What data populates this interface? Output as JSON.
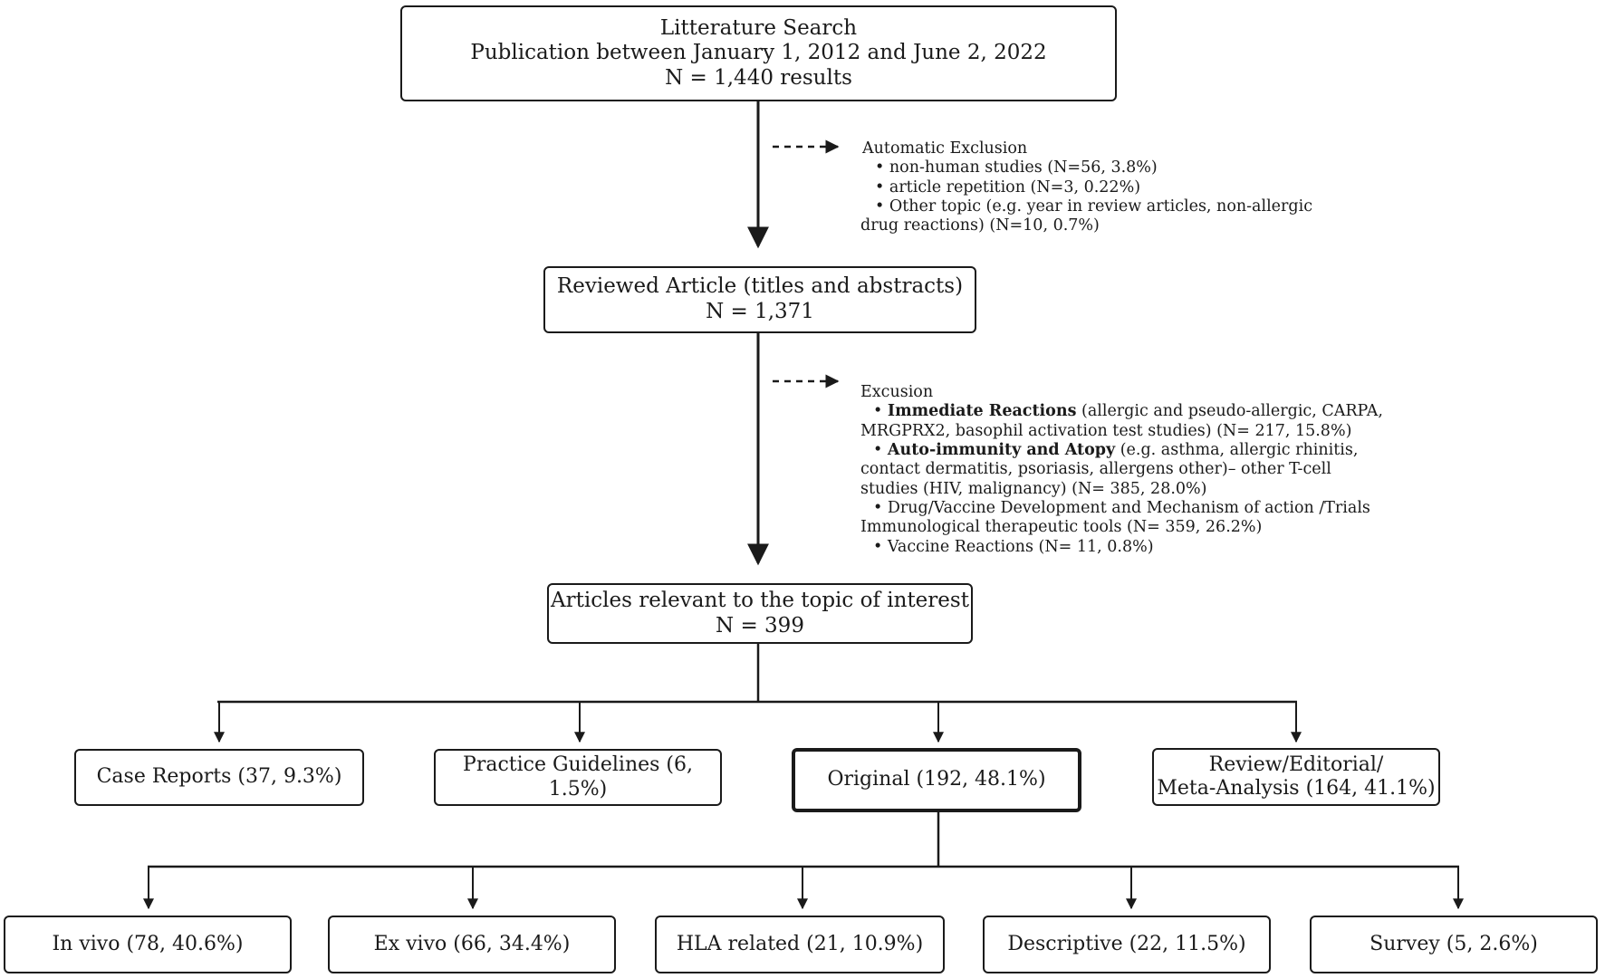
{
  "search": {
    "line1": "Litterature Search",
    "line2": "Publication between January 1, 2012 and June 2, 2022",
    "line3": "N = 1,440  results"
  },
  "auto_exclusion": {
    "title": "Automatic Exclusion",
    "items": [
      "• non-human studies (N=56, 3.8%)",
      "• article repetition (N=3, 0.22%)",
      "• Other topic (e.g. year in review articles, non-allergic",
      "drug reactions) (N=10, 0.7%)"
    ]
  },
  "reviewed": {
    "line1": "Reviewed Article (titles and abstracts)",
    "line2": "N = 1,371"
  },
  "exclusion": {
    "title": "Excusion",
    "immediate_bullet": "• ",
    "immediate_bold": "Immediate Reactions",
    "immediate_rest": " (allergic and pseudo-allergic, CARPA,",
    "immediate_line2": "MRGPRX2, basophil activation test studies) (N= 217, 15.8%)",
    "auto_bullet": "• ",
    "auto_bold": "Auto-immunity and Atopy",
    "auto_rest": " (e.g. asthma, allergic rhinitis,",
    "auto_line2": "contact dermatitis, psoriasis, allergens other)– other T-cell",
    "auto_line3": "studies (HIV, malignancy) (N= 385, 28.0%)",
    "drug_line1": "• Drug/Vaccine Development and Mechanism of action /Trials",
    "drug_line2": "Immunological therapeutic tools  (N= 359, 26.2%)",
    "vaccine_line": "• Vaccine Reactions (N= 11, 0.8%)"
  },
  "relevant": {
    "line1": "Articles relevant to the topic of interest",
    "line2": "N = 399"
  },
  "categories": {
    "case_reports": "Case Reports (37, 9.3%)",
    "guidelines": "Practice Guidelines (6, 1.5%)",
    "original": "Original  (192, 48.1%)",
    "review_line1": "Review/Editorial/",
    "review_line2": "Meta-Analysis (164, 41.1%)"
  },
  "original_types": {
    "in_vivo": "In vivo (78, 40.6%)",
    "ex_vivo": "Ex vivo (66, 34.4%)",
    "hla": "HLA related  (21, 10.9%)",
    "descriptive": "Descriptive (22, 11.5%)",
    "survey": "Survey (5, 2.6%)"
  },
  "colors": {
    "stroke": "#1a1a1a",
    "background": "#ffffff"
  }
}
